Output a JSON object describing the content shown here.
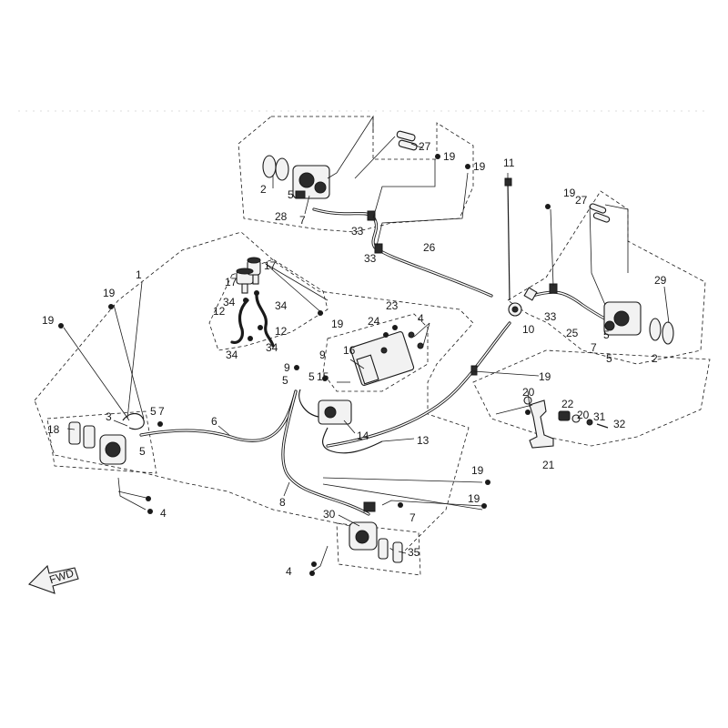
{
  "diagram": {
    "title": "",
    "fwd_label": "FWD",
    "callouts": {
      "c1": "1",
      "c2a": "2",
      "c2b": "2",
      "c3": "3",
      "c4a": "4",
      "c4b": "4",
      "c4c": "4",
      "c5a": "5",
      "c5b": "5",
      "c5c": "5",
      "c5d": "5",
      "c5e": "5",
      "c5f": "5",
      "c5g": "5",
      "c6": "6",
      "c7a": "7",
      "c7b": "7",
      "c7c": "7",
      "c7d": "7",
      "c8": "8",
      "c9a": "9",
      "c9b": "9",
      "c10": "10",
      "c11": "11",
      "c12a": "12",
      "c12b": "12",
      "c13": "13",
      "c14": "14",
      "c15": "15",
      "c16": "16",
      "c17a": "17",
      "c17b": "17",
      "c18": "18",
      "c19a": "19",
      "c19b": "19",
      "c19c": "19",
      "c19d": "19",
      "c19e": "19",
      "c19f": "19",
      "c19g": "19",
      "c19h": "19",
      "c19i": "19",
      "c20a": "20",
      "c20b": "20",
      "c21": "21",
      "c22": "22",
      "c23": "23",
      "c24": "24",
      "c25": "25",
      "c26": "26",
      "c27a": "27",
      "c27b": "27",
      "c28": "28",
      "c29": "29",
      "c30": "30",
      "c31": "31",
      "c32": "32",
      "c33a": "33",
      "c33b": "33",
      "c33c": "33",
      "c34a": "34",
      "c34b": "34",
      "c34c": "34",
      "c34d": "34",
      "c35": "35"
    }
  }
}
